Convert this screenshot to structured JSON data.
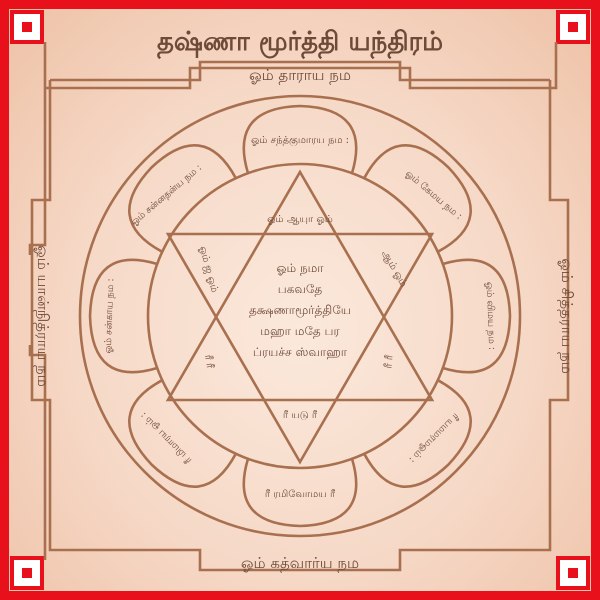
{
  "title": "தஷ்ணா மூர்த்தி யந்திரம்",
  "sides": {
    "top": "ஓம் தாராய நம",
    "bottom": "ஓம் கத்வார்ய நம",
    "left": "ஓம் யான்நித்ராய நம",
    "right": "ஓம் சித்தராய நம"
  },
  "triangle": {
    "top": "ஓம் ஆயுா ஓம்",
    "upper_left": "ஓம் ஜ ஓம்",
    "upper_right": "ஆம் ஓம்",
    "lower_left": "ரீ ரீ",
    "lower_right": "ரீ ரீ",
    "bottom": "ரீ யடு ரீ"
  },
  "center": {
    "line1": "ஓம் நமா",
    "line2": "பகவதே",
    "line3": "தக்ஷணாமூர்த்தியே",
    "line4": "மஹா மதே பர",
    "line5": "ப்ரயச்ச ஸ்வாஹா"
  },
  "petals": {
    "top": "ஓம் சந்த்குமாரய நம :",
    "top_left": "ஓம் சன்னதன்ய நம :",
    "top_right": "ஓம் கேமய நம :",
    "left": "ஓம் சன்காய நம :",
    "right": "ஓம் விமய நம :",
    "bottom_left": "ரீ மிமாரய ஓம் :",
    "bottom_right": "ரீ யமமரமஓம் :",
    "bottom": "ரீ ரமிவோமய ரீ"
  },
  "colors": {
    "frame": "#e8101a",
    "plate": "#f6d8c6",
    "ink": "#a8704f",
    "text": "#6e4a38"
  }
}
